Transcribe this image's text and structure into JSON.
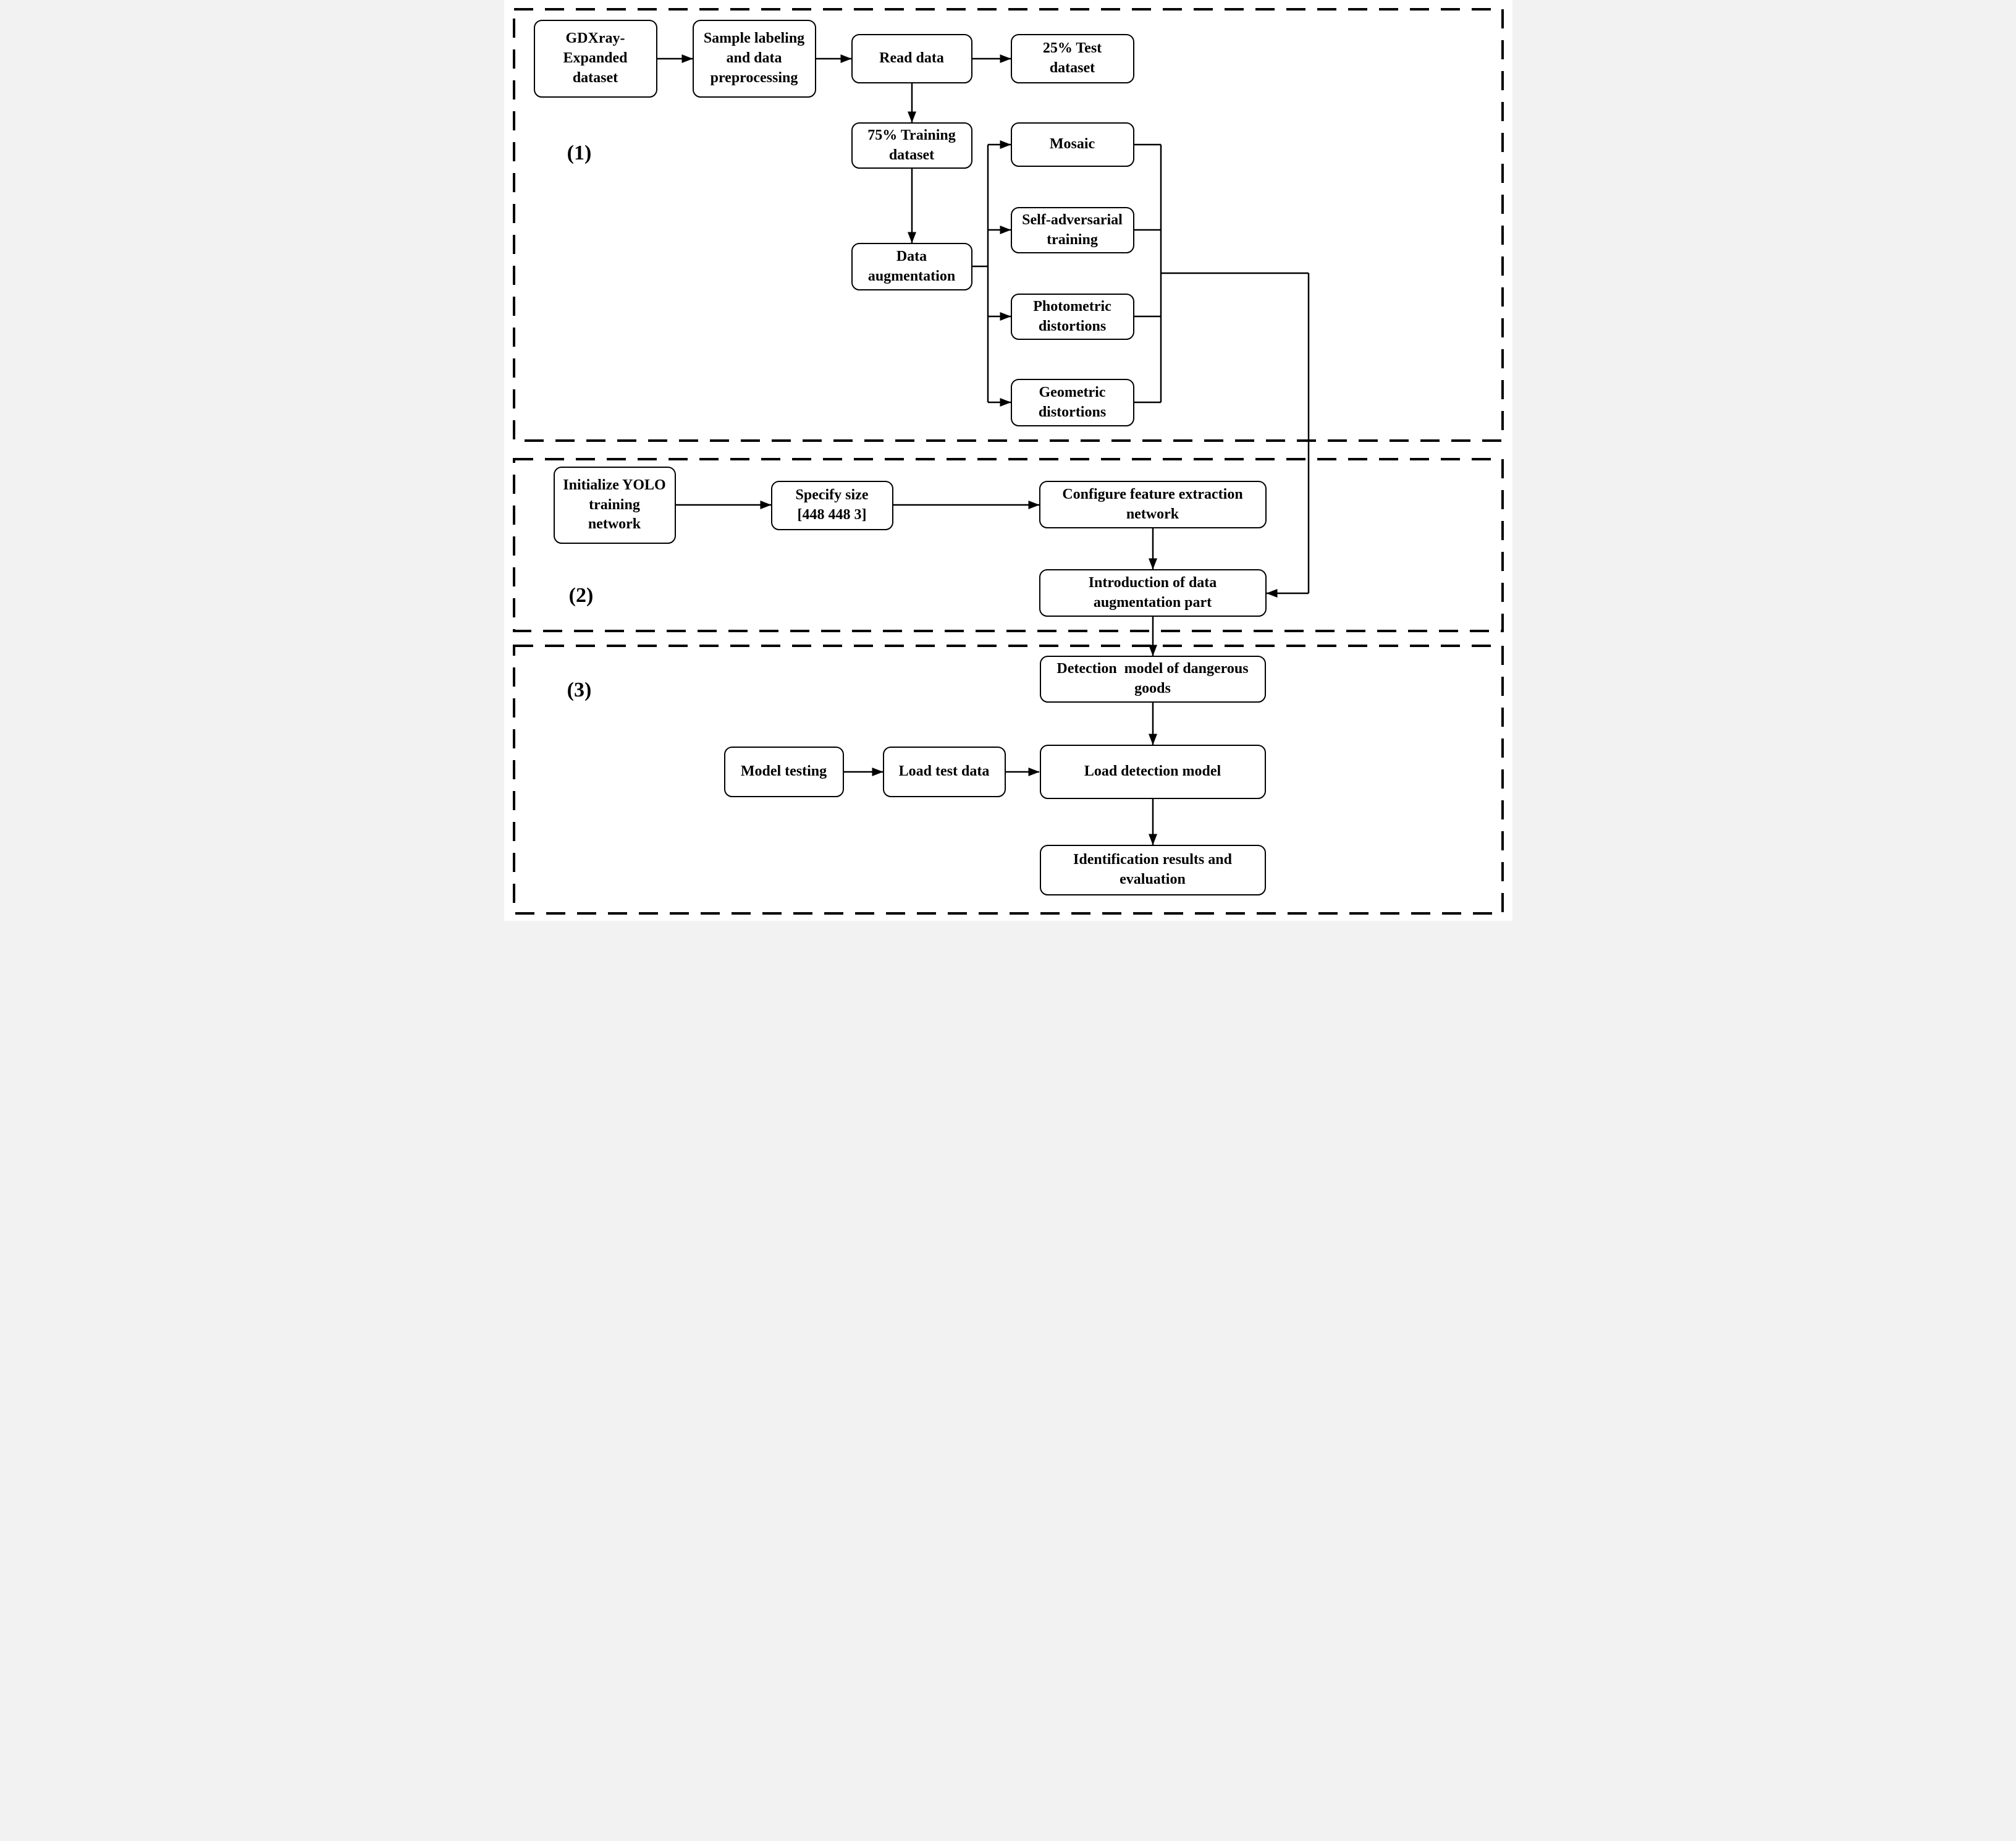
{
  "sections": [
    {
      "label": "(1)"
    },
    {
      "label": "(2)"
    },
    {
      "label": "(3)"
    }
  ],
  "nodes": {
    "gdxray": "GDXray-\nExpanded\ndataset",
    "sample_labeling": "Sample labeling\nand data\npreprocessing",
    "read_data": "Read data",
    "test_dataset": "25% Test\ndataset",
    "training_dataset": "75% Training\ndataset",
    "mosaic": "Mosaic",
    "data_augmentation": "Data\naugmentation",
    "self_adversarial": "Self-adversarial\ntraining",
    "photometric": "Photometric\ndistortions",
    "geometric": "Geometric\ndistortions",
    "initialize_yolo": "Initialize YOLO\ntraining\nnetwork",
    "specify_size": "Specify size\n[448 448 3]",
    "configure_network": "Configure feature extraction\nnetwork",
    "introduction_augmentation": "Introduction of data\naugmentation part",
    "detection_model": "Detection  model of dangerous\ngoods",
    "model_testing": "Model testing",
    "load_test_data": "Load test data",
    "load_detection_model": "Load detection model",
    "identification_results": "Identification results and\nevaluation"
  },
  "colors": {
    "line": "#000000",
    "background": "#ffffff",
    "box_fill": "#ffffff",
    "text": "#000000"
  }
}
